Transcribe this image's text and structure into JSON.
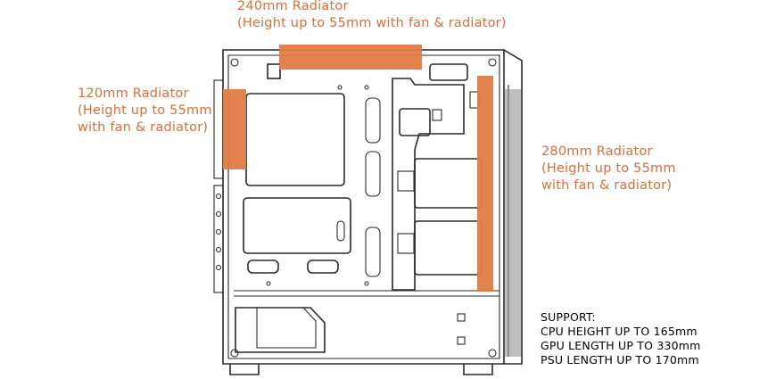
{
  "labels": {
    "top": "240mm Radiator\n(Height up to 55mm with fan & radiator)",
    "left": "120mm Radiator\n(Height up to 55mm\nwith fan & radiator)",
    "right": "280mm Radiator\n(Height up to 55mm\nwith fan & radiator)"
  },
  "support": {
    "heading": "SUPPORT:",
    "lines": [
      "CPU HEIGHT UP TO 165mm",
      "GPU LENGTH UP TO 330mm",
      "PSU LENGTH UP TO 170mm"
    ]
  },
  "colors": {
    "accent": "#e07b45",
    "label": "#d4703a",
    "line": "#2a2a2a"
  }
}
